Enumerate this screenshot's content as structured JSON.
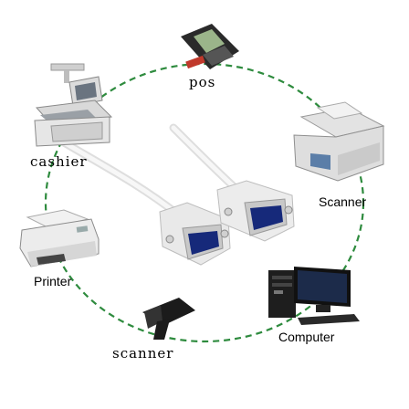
{
  "diagram": {
    "ring_color": "#2e8b3e",
    "cable_color": "#ececec",
    "connector_color": "#16297a",
    "devices": [
      {
        "id": "pos",
        "label": "pos",
        "icon": "pos-terminal-icon"
      },
      {
        "id": "cashier",
        "label": "cashier",
        "icon": "cash-register-icon"
      },
      {
        "id": "scanner-flatbed",
        "label": "Scanner",
        "icon": "flatbed-scanner-icon"
      },
      {
        "id": "printer",
        "label": "Printer",
        "icon": "laser-printer-icon"
      },
      {
        "id": "computer",
        "label": "Computer",
        "icon": "desktop-computer-icon"
      },
      {
        "id": "scanner-handheld",
        "label": "scanner",
        "icon": "barcode-scanner-icon"
      }
    ]
  }
}
